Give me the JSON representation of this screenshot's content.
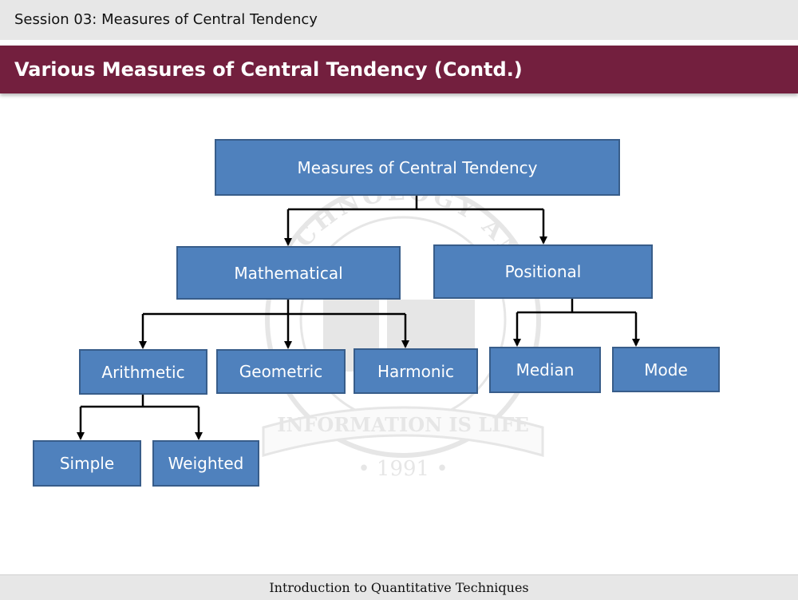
{
  "header": {
    "session": "Session 03: Measures of Central Tendency",
    "title": "Various Measures of Central Tendency (Contd.)"
  },
  "watermark": {
    "arc_text": "TECHNOLOGY AND",
    "motto": "INFORMATION IS LIFE",
    "year": "• 1991 •"
  },
  "diagram": {
    "root": "Measures of Central Tendency",
    "mathematical": "Mathematical",
    "positional": "Positional",
    "arithmetic": "Arithmetic",
    "geometric": "Geometric",
    "harmonic": "Harmonic",
    "median": "Median",
    "mode": "Mode",
    "simple": "Simple",
    "weighted": "Weighted"
  },
  "footer": {
    "text": "Introduction to Quantitative Techniques"
  },
  "colors": {
    "title_bar": "#731f3e",
    "node_fill": "#4f81bd",
    "node_border": "#385d8a"
  }
}
